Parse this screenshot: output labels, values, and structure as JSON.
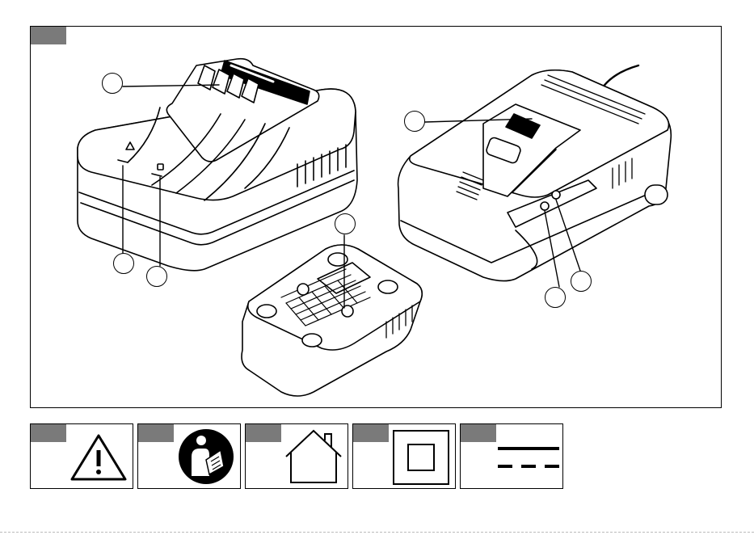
{
  "figure": {
    "main_panel_tab": "",
    "items": [
      {
        "name": "charger-front-view"
      },
      {
        "name": "charger-rear-view"
      },
      {
        "name": "charger-bottom-view"
      }
    ],
    "callouts": [
      "",
      "",
      "",
      "",
      "",
      "",
      ""
    ]
  },
  "symbols": [
    {
      "name": "warning-triangle",
      "tab": ""
    },
    {
      "name": "read-manual",
      "tab": ""
    },
    {
      "name": "indoor-use-only",
      "tab": ""
    },
    {
      "name": "protection-class-ii",
      "tab": ""
    },
    {
      "name": "direct-current",
      "tab": ""
    }
  ],
  "colors": {
    "tab": "#7a7a7a",
    "line": "#000000",
    "fill": "#ffffff"
  }
}
